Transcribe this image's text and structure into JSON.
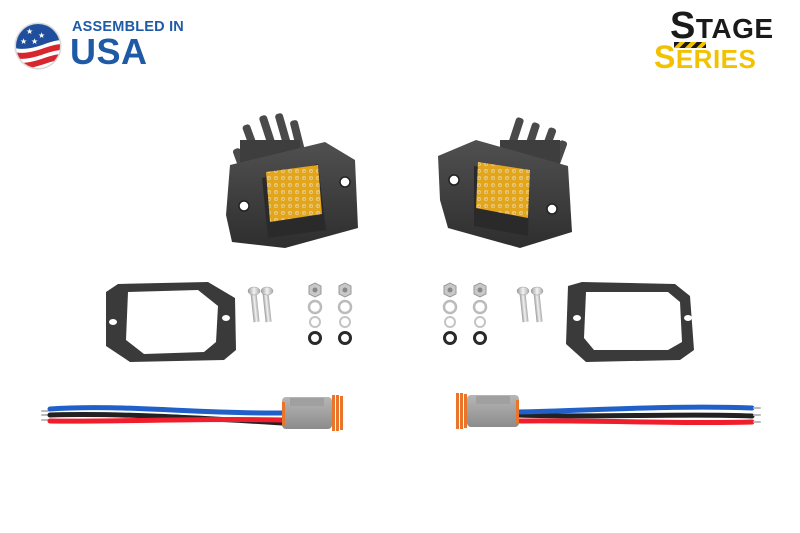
{
  "badges": {
    "usa": {
      "line1": "ASSEMBLED IN",
      "line2": "USA",
      "color": "#1f5aa6",
      "icon": "us-flag-circle-icon"
    },
    "stage_series": {
      "stage_first": "S",
      "stage_rest": "TAGE",
      "series_first": "S",
      "series_rest": "ERIES",
      "stage_color": "#1a1a1a",
      "series_color": "#f2c200"
    }
  },
  "product_components": {
    "led_pods": [
      {
        "position": "left",
        "lens_color": "#e8a818",
        "housing_color": "#3a3a3a"
      },
      {
        "position": "right",
        "lens_color": "#e8a818",
        "housing_color": "#3a3a3a"
      }
    ],
    "gaskets": 2,
    "bolts_per_side": 2,
    "hardware_per_side": [
      "lock-nut",
      "flat-washer",
      "lock-washer",
      "rubber-washer"
    ],
    "pigtail_wires": [
      "blue",
      "black",
      "red"
    ],
    "connector_color": "#9a9a9a",
    "seal_color": "#e8752a"
  }
}
